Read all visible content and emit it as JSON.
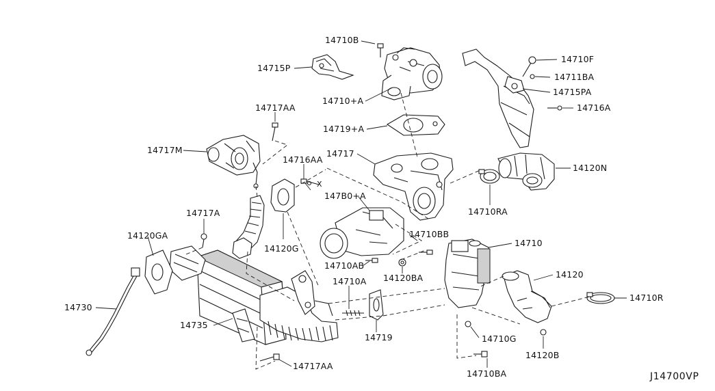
{
  "diagram_id": "J14700VP",
  "part_labels": {
    "p14710B": "14710B",
    "p14715P": "14715P",
    "p14710F": "14710F",
    "p14711BA": "14711BA",
    "p14715PA": "14715PA",
    "p14716A": "14716A",
    "p14710A_plus": "14710+A",
    "p14717AA_top": "14717AA",
    "p14719A_plus": "14719+A",
    "p14717M": "14717M",
    "p14716AA": "14716AA",
    "p14717": "14717",
    "p14120N": "14120N",
    "p14780A_plus": "147B0+A",
    "p14710RA": "14710RA",
    "p14717A": "14717A",
    "p14120GA": "14120GA",
    "p14120G": "14120G",
    "p14710BB": "14710BB",
    "p14710": "14710",
    "p14710AB": "14710AB",
    "p14120BA": "14120BA",
    "p14120": "14120",
    "p14710A": "14710A",
    "p14710R": "14710R",
    "p14730": "14730",
    "p14735": "14735",
    "p14719": "14719",
    "p14710G": "14710G",
    "p14120B": "14120B",
    "p14717AA_bottom": "14717AA",
    "p14710BA": "14710BA"
  },
  "view_marker": "X"
}
